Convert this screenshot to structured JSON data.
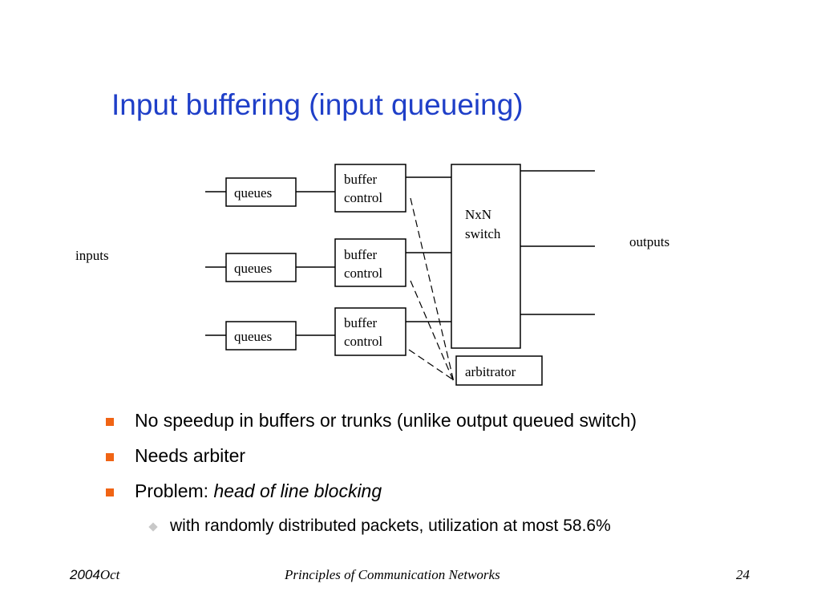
{
  "slide": {
    "title": "Input buffering (input queueing)",
    "diagram": {
      "inputs_label": "inputs",
      "outputs_label": "outputs",
      "queue_label": "queues",
      "buffer_label_line1": "buffer",
      "buffer_label_line2": "control",
      "switch_label_line1": "NxN",
      "switch_label_line2": "switch",
      "arbitrator_label": "arbitrator"
    },
    "bullets": [
      {
        "text": "No speedup in buffers or trunks (unlike output queued switch)"
      },
      {
        "text": "Needs arbiter"
      },
      {
        "prefix": "Problem: ",
        "emphasis": "head of line blocking"
      }
    ],
    "sub_bullets": [
      {
        "text": "with randomly distributed packets, utilization at most 58.6%"
      }
    ],
    "footer": {
      "year": "2004",
      "month": "Oct",
      "course": "Principles of Communication Networks",
      "page": "24"
    },
    "colors": {
      "title": "#1f3fc8",
      "bullet": "#f06414",
      "sub_bullet": "#c8c8c8"
    }
  }
}
